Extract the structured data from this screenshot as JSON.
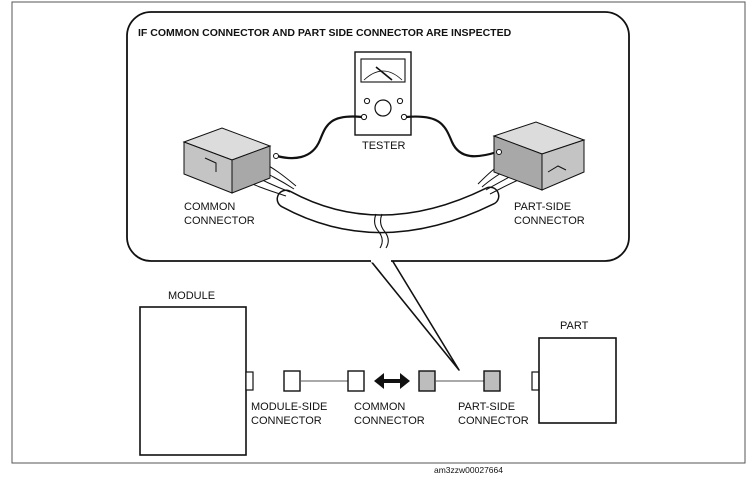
{
  "diagram": {
    "callout_title": "IF COMMON CONNECTOR AND PART SIDE CONNECTOR ARE INSPECTED",
    "tester_label": "TESTER",
    "callout_common_connector": [
      "COMMON",
      "CONNECTOR"
    ],
    "callout_part_side_connector": [
      "PART-SIDE",
      "CONNECTOR"
    ],
    "module_label": "MODULE",
    "part_label": "PART",
    "module_side_connector": [
      "MODULE-SIDE",
      "CONNECTOR"
    ],
    "common_connector": [
      "COMMON",
      "CONNECTOR"
    ],
    "part_side_connector": [
      "PART-SIDE",
      "CONNECTOR"
    ],
    "figure_id": "am3zzw00027664"
  },
  "colors": {
    "line": "#111111",
    "connector_box": "#c9c9c9",
    "shaded_connector": "#bdbdbd",
    "frame": "#555555"
  }
}
